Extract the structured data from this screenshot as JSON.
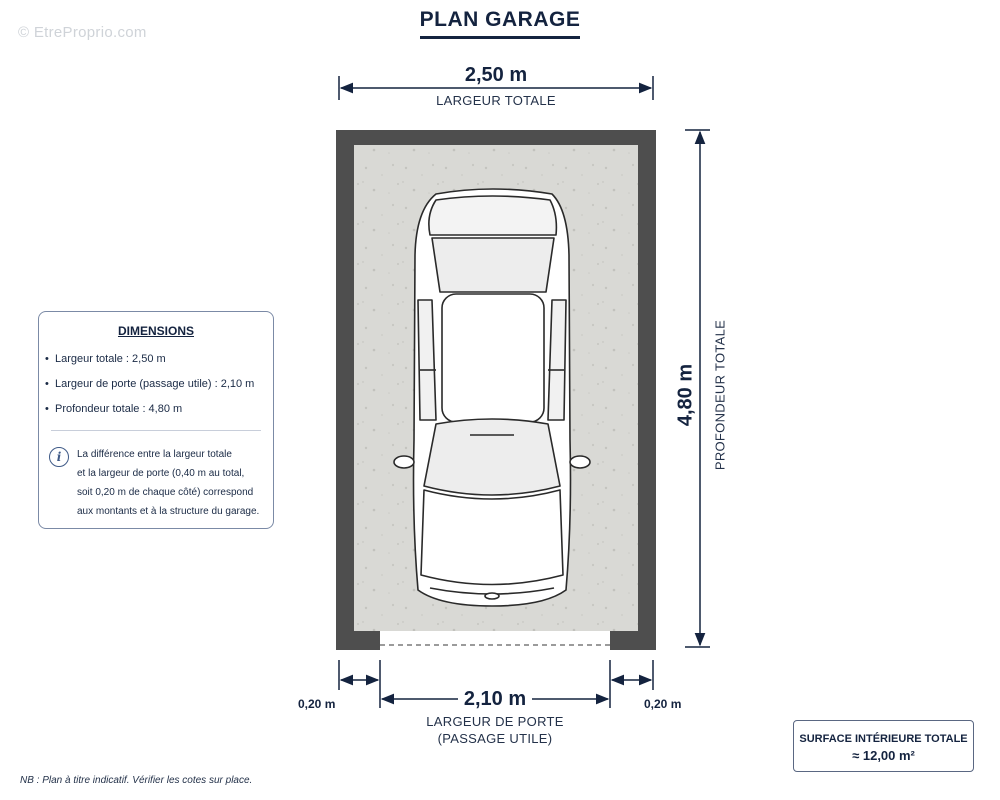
{
  "watermark": "© EtreProprio.com",
  "title": "PLAN GARAGE",
  "width": {
    "value": "2,50 m",
    "label": "LARGEUR TOTALE"
  },
  "depth": {
    "value": "4,80 m",
    "label": "PROFONDEUR TOTALE"
  },
  "door": {
    "value": "2,10 m",
    "label_line1": "LARGEUR DE PORTE",
    "label_line2": "(PASSAGE UTILE)"
  },
  "side_left": "0,20 m",
  "side_right": "0,20 m",
  "info": {
    "title": "DIMENSIONS",
    "items": [
      "Largeur totale : 2,50 m",
      "Largeur de porte (passage utile) : 2,10 m",
      "Profondeur totale : 4,80 m"
    ],
    "note_lines": [
      "La différence entre la largeur totale",
      "et la largeur de porte (0,40 m au total,",
      "soit 0,20 m de chaque côté) correspond",
      "aux montants et à la structure du garage."
    ]
  },
  "surface": {
    "title": "SURFACE INTÉRIEURE TOTALE",
    "value": "≈ 12,00 m²"
  },
  "nb": "NB : Plan à titre indicatif. Vérifier les cotes sur place.",
  "colors": {
    "ink": "#14233f",
    "wall": "#4e4e4e",
    "floor": "#d8d8d4",
    "accent": "#3f5a87"
  }
}
